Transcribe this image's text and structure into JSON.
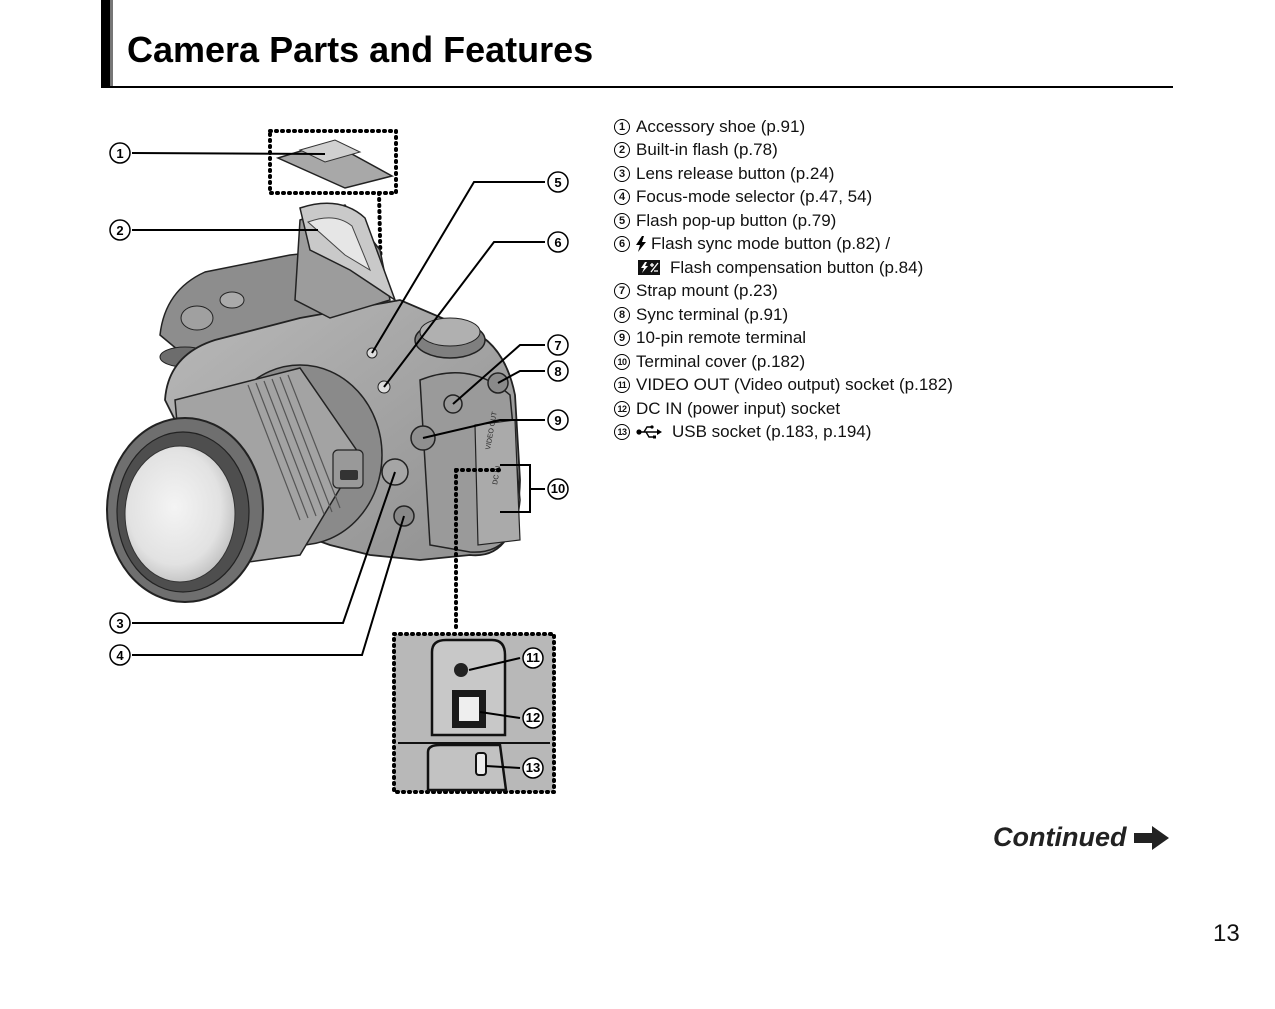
{
  "page": {
    "title": "Camera Parts and Features",
    "continued_label": "Continued",
    "page_number": "13"
  },
  "callouts": [
    {
      "num": "1"
    },
    {
      "num": "2"
    },
    {
      "num": "3"
    },
    {
      "num": "4"
    },
    {
      "num": "5"
    },
    {
      "num": "6"
    },
    {
      "num": "7"
    },
    {
      "num": "8"
    },
    {
      "num": "9"
    },
    {
      "num": "10"
    },
    {
      "num": "11"
    },
    {
      "num": "12"
    },
    {
      "num": "13"
    }
  ],
  "camera_markings": {
    "video_out": "VIDEO OUT",
    "dc_in": "DC IN"
  },
  "parts": [
    {
      "num": "1",
      "label": "Accessory shoe (p.91)"
    },
    {
      "num": "2",
      "label": "Built-in flash (p.78)"
    },
    {
      "num": "3",
      "label": "Lens release button (p.24)"
    },
    {
      "num": "4",
      "label": "Focus-mode selector (p.47, 54)"
    },
    {
      "num": "5",
      "label": "Flash pop-up button (p.79)"
    },
    {
      "num": "6",
      "label": "Flash sync mode button (p.82) /",
      "icon": "lightning-bolt-icon"
    },
    {
      "num": "",
      "label": "Flash compensation button (p.84)",
      "icon": "flash-compensation-icon"
    },
    {
      "num": "7",
      "label": "Strap mount (p.23)"
    },
    {
      "num": "8",
      "label": "Sync terminal (p.91)"
    },
    {
      "num": "9",
      "label": "10-pin remote terminal"
    },
    {
      "num": "10",
      "label": "Terminal cover (p.182)"
    },
    {
      "num": "11",
      "label": "VIDEO OUT (Video output) socket (p.182)"
    },
    {
      "num": "12",
      "label": "DC IN (power input) socket"
    },
    {
      "num": "13",
      "label": "USB socket (p.183, p.194)",
      "icon": "usb-icon"
    }
  ]
}
